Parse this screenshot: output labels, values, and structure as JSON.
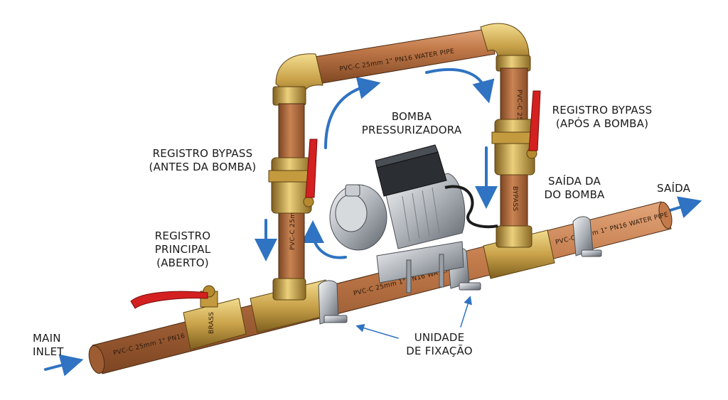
{
  "labels": {
    "main_inlet": [
      "MAIN",
      "INLET"
    ],
    "registro_principal": [
      "REGISTRO",
      "PRINCIPAL",
      "(ABERTO)"
    ],
    "registro_bypass_antes": [
      "REGISTRO BYPASS",
      "(ANTES DA BOMBA)"
    ],
    "bomba": [
      "BOMBA",
      "PRESSURIZADORA"
    ],
    "registro_bypass_apos": [
      "REGISTRO BYPASS",
      "(APÓS A BOMBA)"
    ],
    "saida_bomba": [
      "SAÍDA DA",
      "DO BOMBA"
    ],
    "saida": "SAÍDA",
    "unidade_fixacao": [
      "UNIDADE",
      "DE FIXAÇÃO"
    ]
  },
  "pipe_markings": {
    "main_left": "PVC-C 25mm 1\" PN16",
    "main_mid": "PVC-C 25mm 1\" PN16 WATER PIPE",
    "main_right": "PVC-C 25mm 1\" PN16 WATER PIPE",
    "top": "PVC-C 25mm 1\" PN16 WATER PIPE",
    "left_riser": "PVC-C 25mm",
    "right_riser": "PVC-C 25mm",
    "valve_main": "BRASS",
    "valve_bypass": "BYPASS"
  },
  "colors": {
    "pipe": "#b36a3c",
    "brass": "#c9a24a",
    "handle": "#d42020",
    "arrow": "#2f73c2",
    "pump": "#b8bcc2"
  }
}
